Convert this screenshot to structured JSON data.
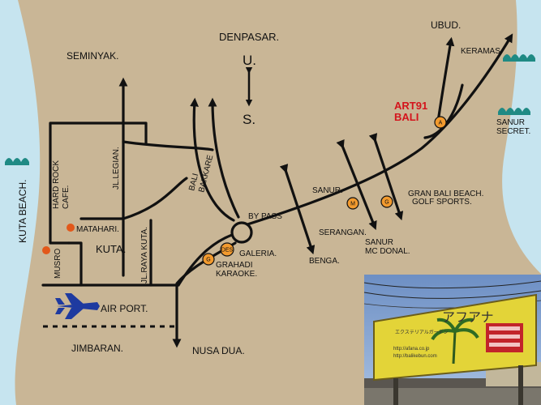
{
  "labels": {
    "ubud": "UBUD.",
    "keramas": "KERAMAS.",
    "denpasar": "DENPASAR.",
    "north": "U.",
    "south": "S.",
    "seminyak": "SEMINYAK.",
    "art91": "ART91",
    "bali": "BALI",
    "sanur_secret": "SANUR SECRET.",
    "sanur_secret_line1": "SANUR",
    "sanur_secret_line2": "SECRET.",
    "kuta_beach": "KUTA BEACH.",
    "hard_rock_cafe": "HARD ROCK CAFE.",
    "hard_rock_line1": "HARD ROCK",
    "hard_rock_line2": "CAFE.",
    "jl_legian": "JL.LEGIAN.",
    "bali_bakkare": "BALI BAKKARE",
    "bali_bakkare_line1": "BALI",
    "bali_bakkare_line2": "BAKKARE",
    "sanur": "SANUR.",
    "gran_bali_beach": "GRAN BALI BEACH.",
    "golf_sports": "GOLF SPORTS.",
    "by_pass": "BY PASS",
    "serangan": "SERANGAN.",
    "sanur_mc_donal": "SANUR MC DONAL.",
    "sanur_mc_line1": "SANUR",
    "sanur_mc_line2": "MC DONAL.",
    "matahari": "MATAHARI.",
    "kuta": "KUTA.",
    "jl_raya_kuta": "JL.RAYA KUTA.",
    "musro": "MUSRO",
    "galeria": "GALERIA.",
    "grahadi": "GRAHADI",
    "karaoke": "KARAOKE.",
    "benga": "BENGA.",
    "airport": "AIR PORT.",
    "jimbaran": "JIMBARAN.",
    "nusa_dua": "NUSA DUA."
  },
  "markers": {
    "art91": "A",
    "mcdonal": "M",
    "golf": "G",
    "galeria": "DES",
    "grahadi": "G"
  },
  "photo_sign": {
    "katakana": "アフアナ",
    "subtitle": "エクステリアルガーデン",
    "url1": "http://afana.co.jp",
    "url2": "http://balikebun.com"
  },
  "colors": {
    "land": "#c9b696",
    "sea": "#c6e4ef",
    "marker_fill": "#f29a2e",
    "label_red": "#d4141c",
    "airplane": "#1e3aa0",
    "wave": "#1f8a84"
  },
  "icons": {
    "waves": "wave-icon",
    "airplane": "airplane-icon",
    "direction": "north-south-arrow-icon"
  }
}
